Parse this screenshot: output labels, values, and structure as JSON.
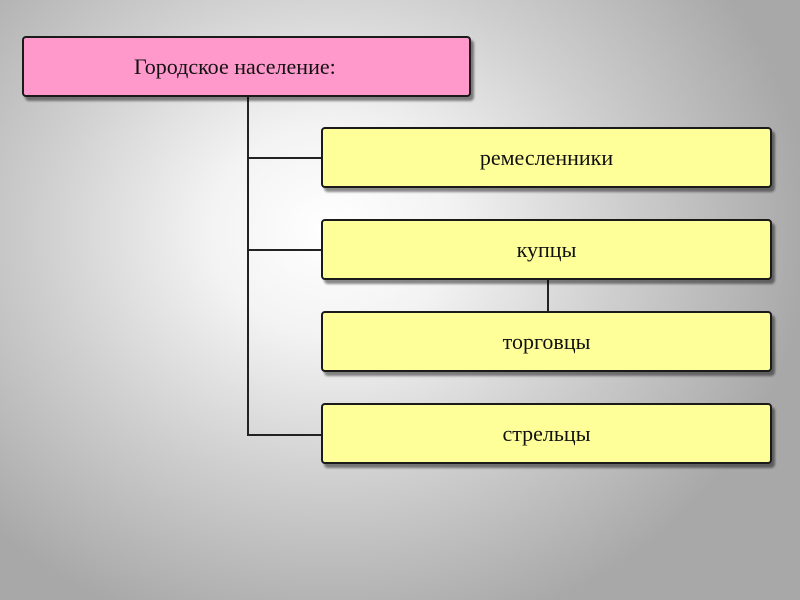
{
  "diagram": {
    "root": {
      "label": "Городское население:",
      "fill": "#ff99cc"
    },
    "children": [
      {
        "id": "craftsmen",
        "label": "ремесленники",
        "fill": "#ffff99"
      },
      {
        "id": "merchants",
        "label": "купцы",
        "fill": "#ffff99"
      },
      {
        "id": "traders",
        "label": "торговцы",
        "fill": "#ffff99"
      },
      {
        "id": "streltsy",
        "label": "стрельцы",
        "fill": "#ffff99"
      }
    ],
    "edges": [
      {
        "from": "root",
        "to": "craftsmen"
      },
      {
        "from": "root",
        "to": "merchants"
      },
      {
        "from": "root",
        "to": "streltsy"
      },
      {
        "from": "merchants",
        "to": "traders"
      }
    ],
    "line_color": "#222222"
  }
}
